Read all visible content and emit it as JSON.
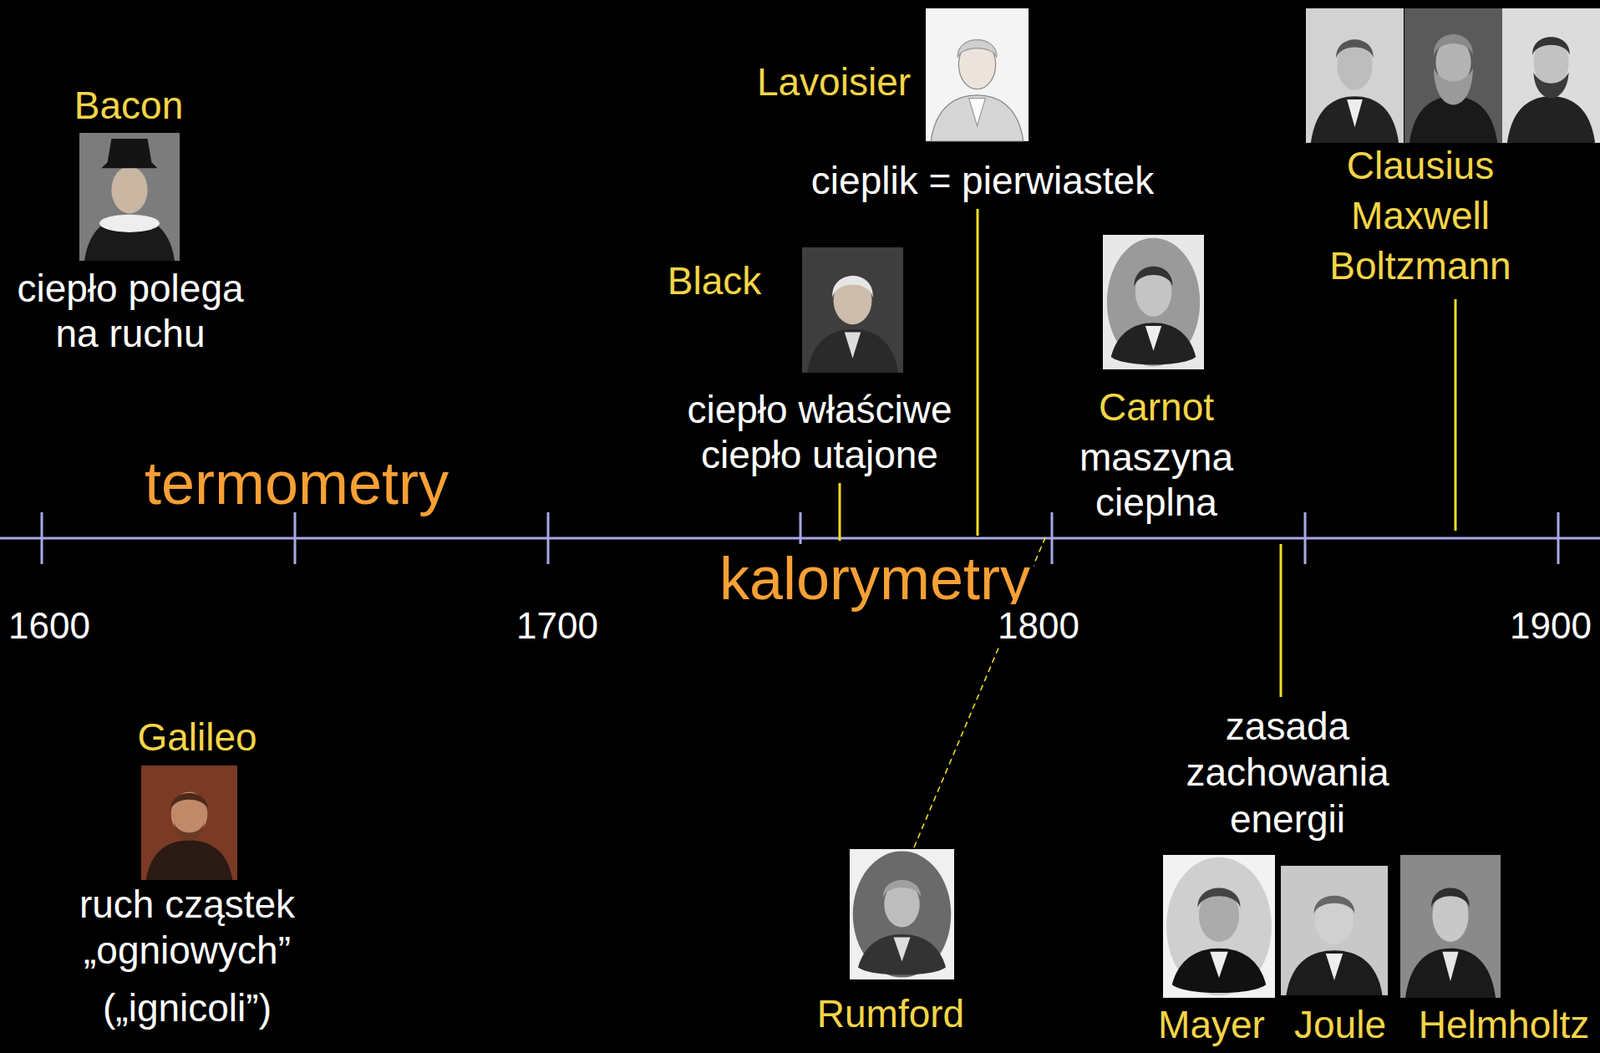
{
  "diagram": {
    "labels": [
      "Bacon",
      "ciepło polega na ruchu",
      "Lavoisier",
      "cieplik = pierwiastek",
      "Clausius Maxwell Boltzmann",
      "Black",
      "ciepło właściwe ciepło utajone",
      "Carnot",
      "maszyna cieplna",
      "termometry",
      "kalorymetry",
      "1600",
      "1700",
      "1800",
      "1900",
      "Galileo",
      "ruch cząstek „ogniowych”",
      "(„ignicoli”)",
      "zasada zachowania energii",
      "Rumford",
      "Mayer",
      "Joule",
      "Helmholtz"
    ]
  }
}
